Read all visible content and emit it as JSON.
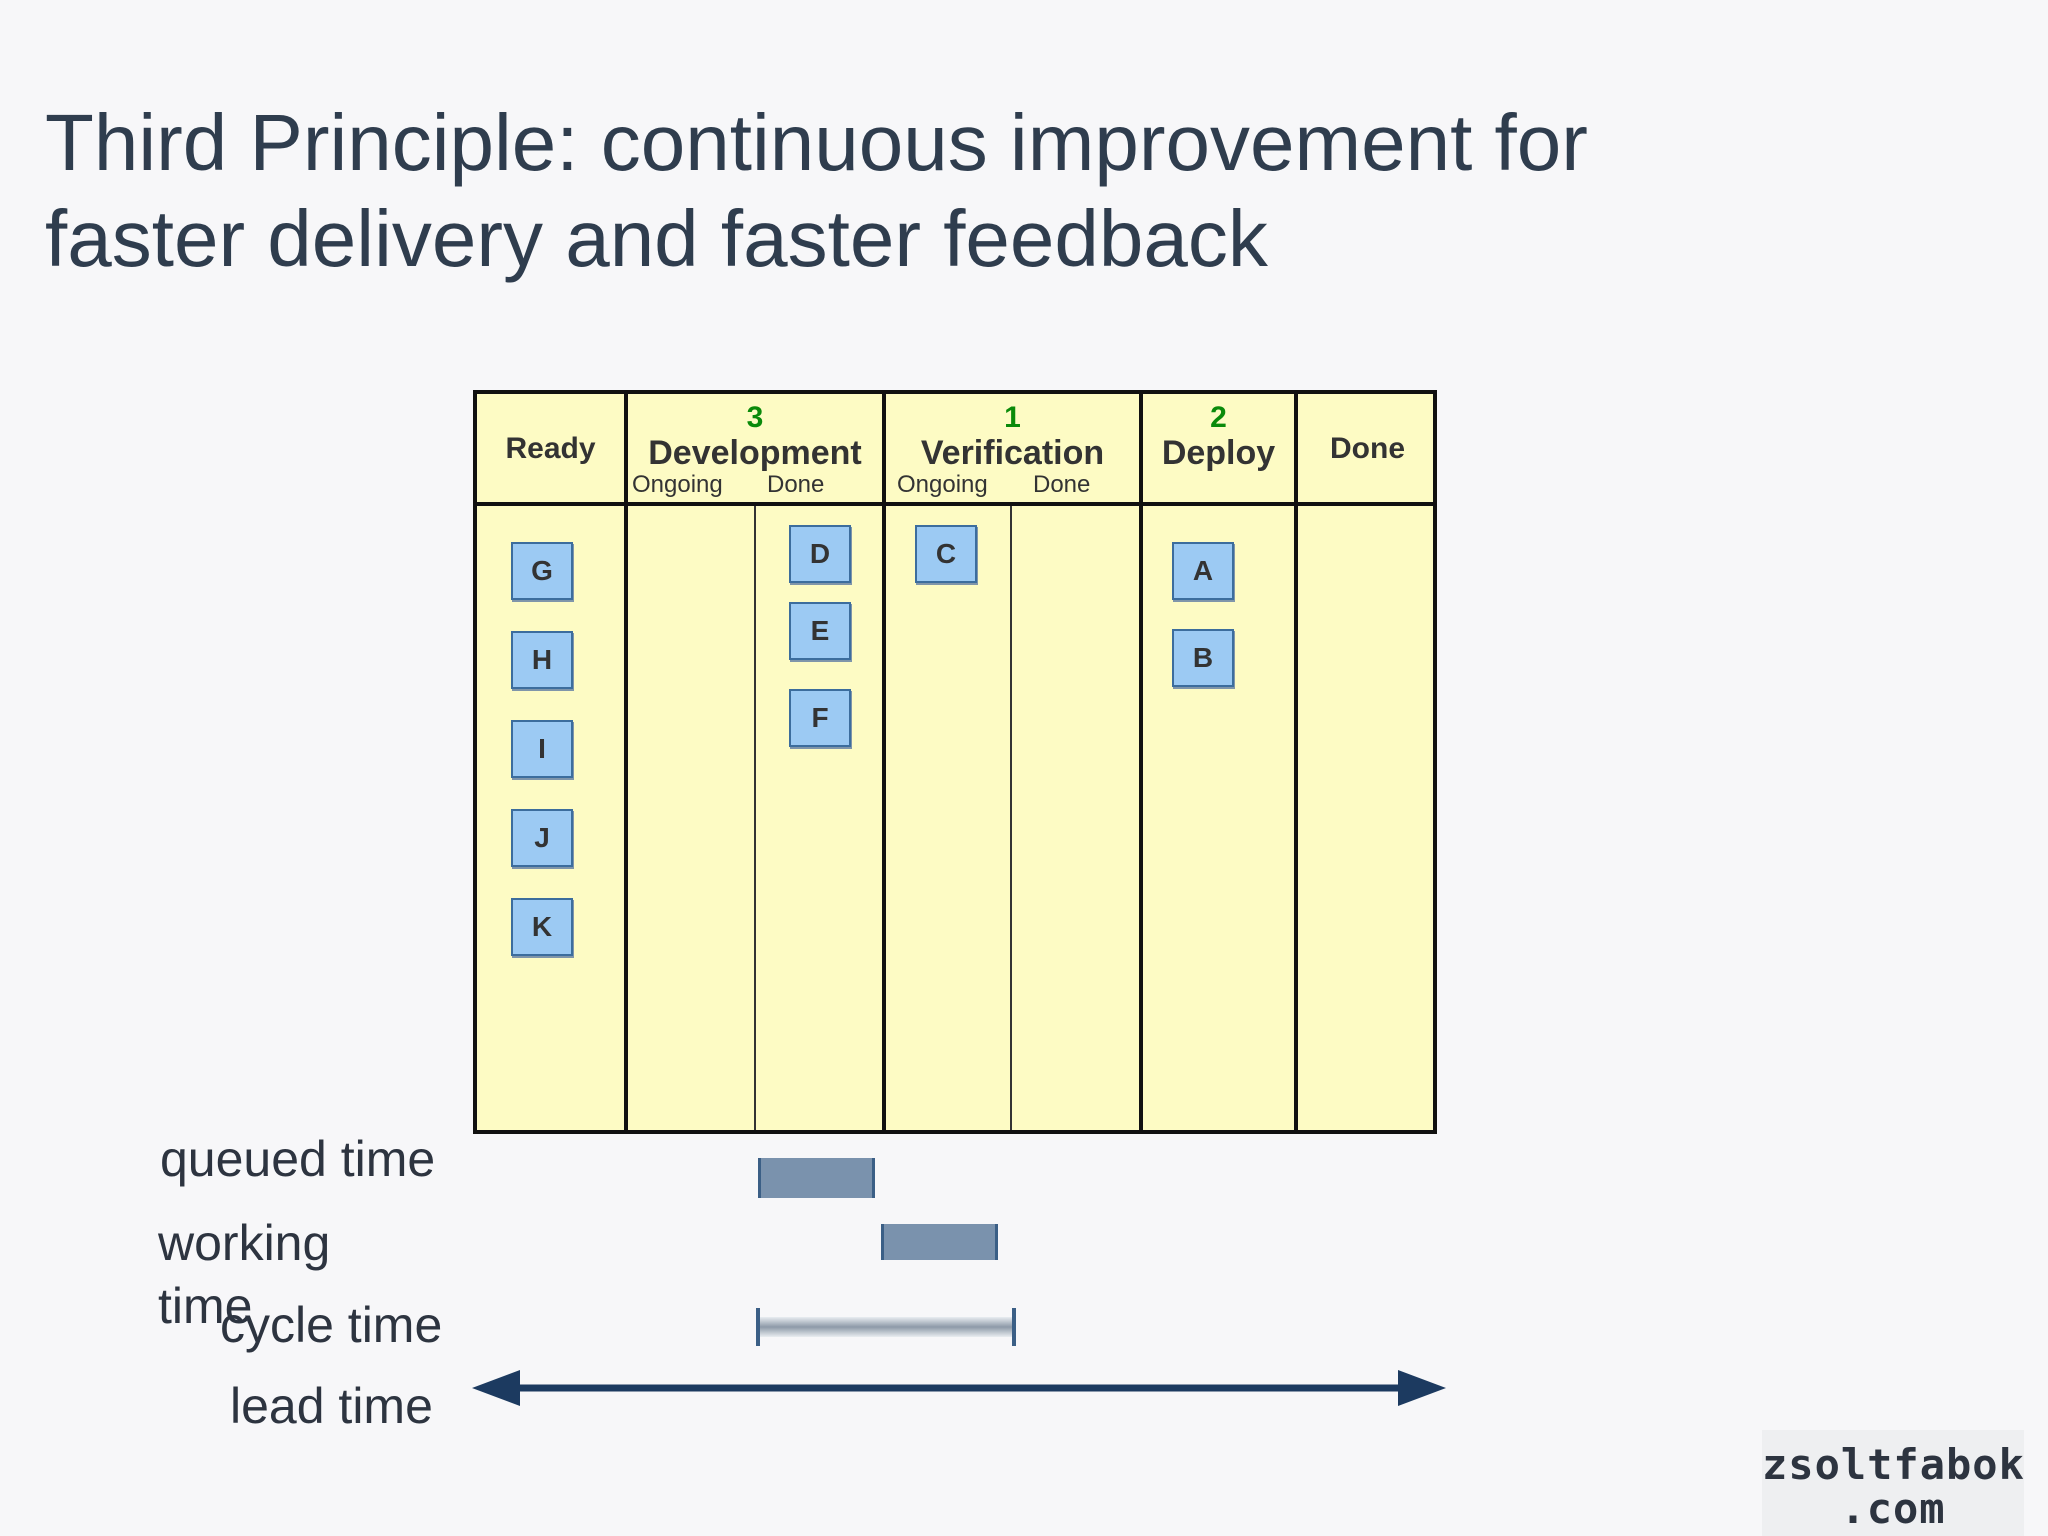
{
  "slide": {
    "title_line1": "Third Principle: continuous improvement for",
    "title_line2": "faster delivery and faster feedback"
  },
  "board": {
    "columns": [
      {
        "name": "Ready",
        "wip": ""
      },
      {
        "name": "Development",
        "wip": "3",
        "sub": [
          "Ongoing",
          "Done"
        ]
      },
      {
        "name": "Verification",
        "wip": "1",
        "sub": [
          "Ongoing",
          "Done"
        ]
      },
      {
        "name": "Deploy",
        "wip": "2"
      },
      {
        "name": "Done",
        "wip": ""
      }
    ],
    "cards": {
      "ready": [
        "G",
        "H",
        "I",
        "J",
        "K"
      ],
      "development_done": [
        "D",
        "E",
        "F"
      ],
      "verification_ongoing": [
        "C"
      ],
      "deploy": [
        "A",
        "B"
      ]
    }
  },
  "metrics": {
    "queued_time": "queued time",
    "working_time_line1": "working",
    "working_time_line2": "time",
    "cycle_time": "cycle time",
    "lead_time": "lead time"
  },
  "logo": {
    "line1": "zsoltfabok",
    "line2": ".com"
  },
  "colors": {
    "board_bg": "#fdfbc4",
    "card_bg": "#9ccaf3",
    "wip_green": "#0a8a0a",
    "arrow": "#1c3a60"
  }
}
